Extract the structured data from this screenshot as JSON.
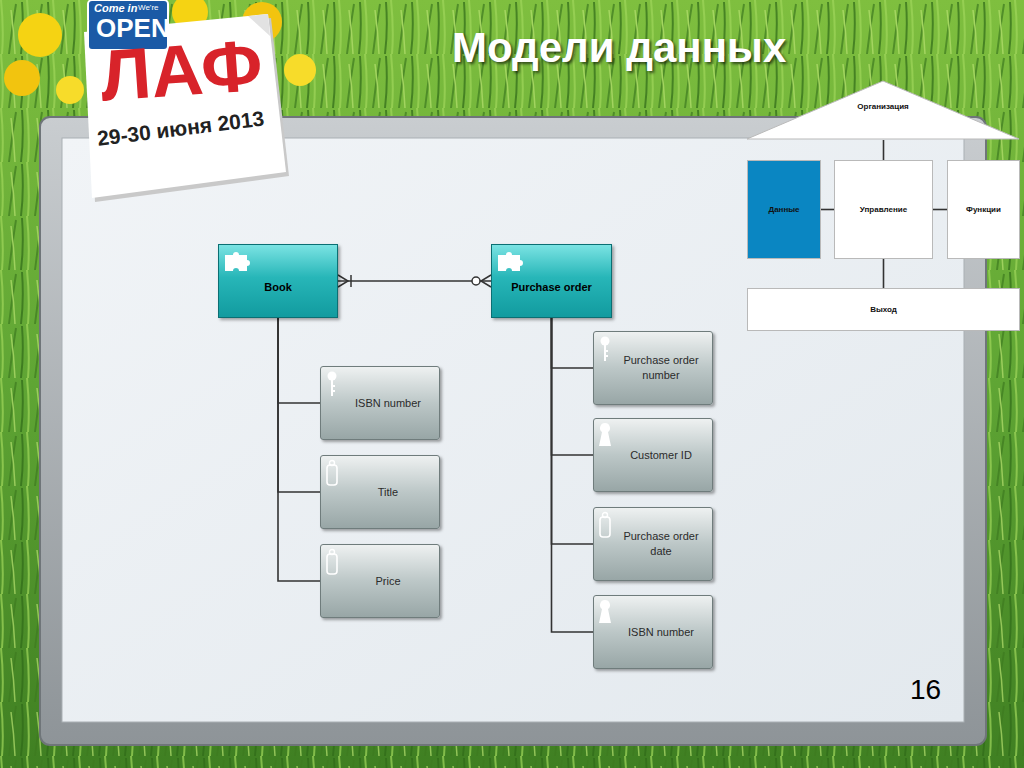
{
  "diagram": {
    "title": "Модели данных",
    "nodes": [
      {
        "text": [
          "Организация"
        ]
      },
      {
        "text": [
          "Данные"
        ]
      },
      {
        "text": [
          "Управление"
        ]
      },
      {
        "text": [
          "Функции"
        ]
      },
      {
        "text": [
          "Выход"
        ]
      },
      {
        "text": [
          "Book"
        ]
      },
      {
        "text": [
          "Purchase order"
        ]
      },
      {
        "text": [
          "ISBN number"
        ]
      },
      {
        "text": [
          "Title"
        ]
      },
      {
        "text": [
          "Price"
        ]
      },
      {
        "text": [
          "Purchase order number"
        ]
      },
      {
        "text": [
          "Customer ID"
        ]
      },
      {
        "text": [
          "Purchase order date"
        ]
      },
      {
        "text": [
          "ISBN number"
        ]
      }
    ],
    "edges": [
      {
        "from": 5,
        "to": 6,
        "arrow": "both"
      },
      {
        "from": 5,
        "to": 7,
        "arrow": "none"
      },
      {
        "from": 5,
        "to": 8,
        "arrow": "none"
      },
      {
        "from": 5,
        "to": 9,
        "arrow": "none"
      },
      {
        "from": 6,
        "to": 10,
        "arrow": "none"
      },
      {
        "from": 6,
        "to": 11,
        "arrow": "none"
      },
      {
        "from": 6,
        "to": 12,
        "arrow": "none"
      },
      {
        "from": 6,
        "to": 13,
        "arrow": "none"
      },
      {
        "from": 0,
        "to": 2,
        "arrow": "none"
      },
      {
        "from": 1,
        "to": 2,
        "arrow": "none"
      },
      {
        "from": 2,
        "to": 3,
        "arrow": "none"
      },
      {
        "from": 2,
        "to": 4,
        "arrow": "none"
      }
    ],
    "labels": [
      "Come in",
      "We're",
      "OPEN",
      "ЛАФ",
      "29-30 июня 2013",
      "16"
    ]
  }
}
